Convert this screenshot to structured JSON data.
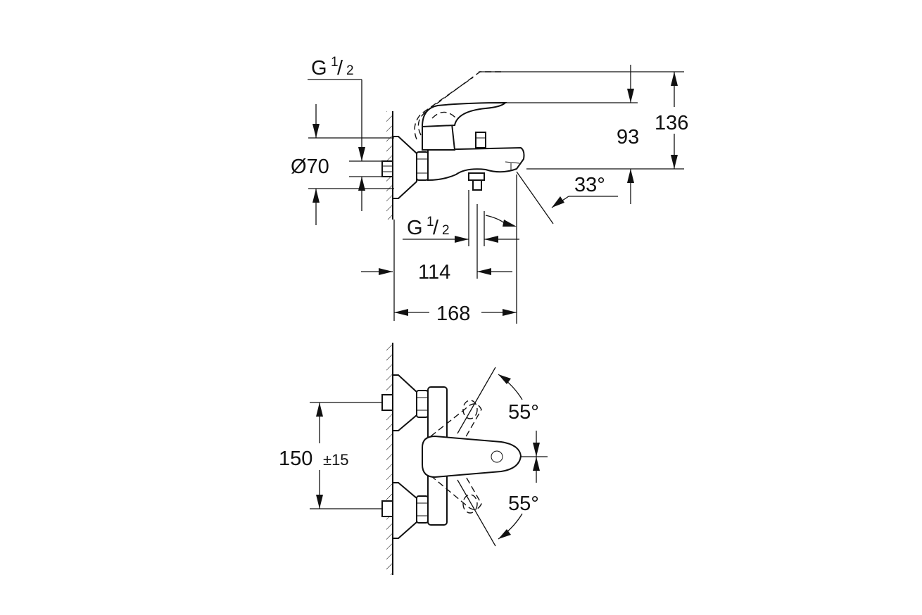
{
  "side_view": {
    "inlet_thread": {
      "letter": "G",
      "num": "1",
      "den": "2"
    },
    "outlet_thread": {
      "letter": "G",
      "num": "1",
      "den": "2"
    },
    "rosette_diameter": "Ø70",
    "height_total": "136",
    "height_lever": "93",
    "spout_angle": "33°",
    "projection_outlet": "114",
    "projection_total": "168"
  },
  "front_view": {
    "centres": {
      "value": "150",
      "tolerance": "±15"
    },
    "angle_upper": "55°",
    "angle_lower": "55°"
  }
}
